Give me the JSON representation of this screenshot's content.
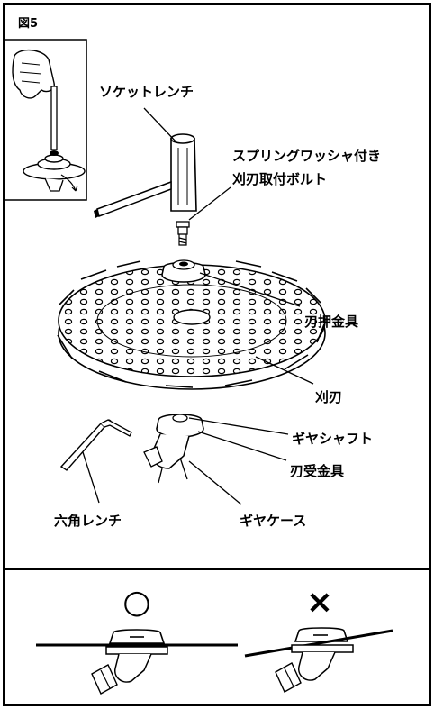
{
  "figure": {
    "number": "図5",
    "labels": {
      "socket_wrench": "ソケットレンチ",
      "bolt_line1": "スプリングワッシャ付き",
      "bolt_line2": "刈刃取付ボルト",
      "blade_holder": "刃押金具",
      "blade": "刈刃",
      "gear_shaft": "ギヤシャフト",
      "blade_receiver": "刃受金具",
      "hex_wrench": "六角レンチ",
      "gear_case": "ギヤケース"
    }
  },
  "comparison": {
    "correct_symbol": "○",
    "wrong_symbol": "×"
  }
}
